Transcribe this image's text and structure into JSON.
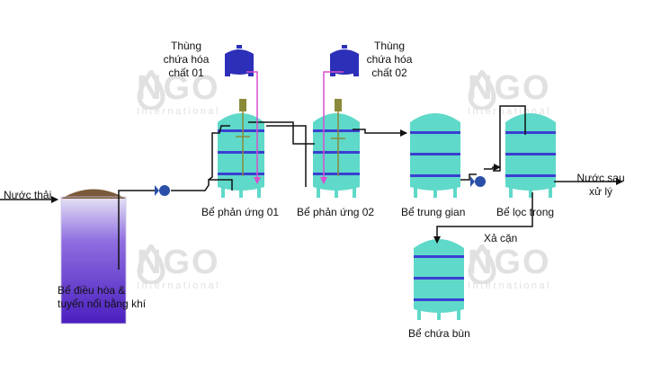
{
  "watermark": {
    "brand": "NGO",
    "sub": "International"
  },
  "labels": {
    "inlet": "Nước thải",
    "outlet_line1": "Nước sau",
    "outlet_line2": "xử lý",
    "equalization_line1": "Bể điều hòa &",
    "equalization_line2": "tuyển nổi bằng khí",
    "chem1_line1": "Thùng",
    "chem1_line2": "chứa hóa",
    "chem1_line3": "chất 01",
    "chem2_line1": "Thùng",
    "chem2_line2": "chứa hóa",
    "chem2_line3": "chất 02",
    "reactor1": "Bể phản ứng 01",
    "reactor2": "Bể phản ứng 02",
    "intermediate": "Bể trung gian",
    "clarifier": "Bể lọc trong",
    "sludge_discharge": "Xả cặn",
    "sludge_tank": "Bể chứa bùn"
  },
  "colors": {
    "tank_fill": "#5fd9c9",
    "tank_band": "#3a3fd1",
    "pipe": "#111111",
    "dosing_pipe": "#d94fd0",
    "chem_tank": "#2c2fb8",
    "equalization_top": "#7a5a3a",
    "equalization_body": "#5a2cc8",
    "pump": "#2a4fa8"
  }
}
